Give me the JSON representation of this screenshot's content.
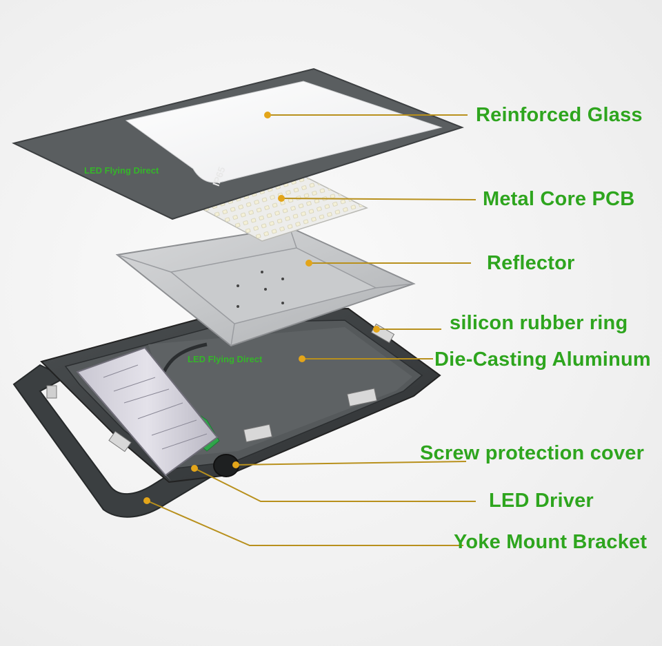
{
  "watermark": "LED Flying Direct",
  "glass_mark": "IP65",
  "colors": {
    "label": "#2ea51e",
    "leader": "#b8901c",
    "housing": "#3e4244",
    "watermark": "#35b52a"
  },
  "callouts": [
    {
      "id": "reinforced-glass",
      "label": "Reinforced Glass"
    },
    {
      "id": "metal-core-pcb",
      "label": "Metal Core PCB"
    },
    {
      "id": "reflector",
      "label": "Reflector"
    },
    {
      "id": "silicon-rubber-ring",
      "label": "silicon rubber ring"
    },
    {
      "id": "die-casting-aluminum",
      "label": "Die-Casting Aluminum"
    },
    {
      "id": "screw-protection-cover",
      "label": "Screw protection cover"
    },
    {
      "id": "led-driver",
      "label": "LED Driver"
    },
    {
      "id": "yoke-mount-bracket",
      "label": "Yoke Mount Bracket"
    }
  ]
}
